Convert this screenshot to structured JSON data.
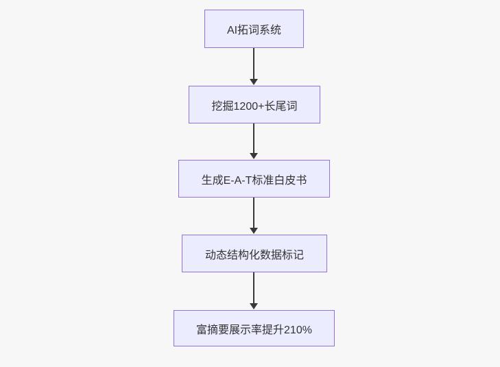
{
  "diagram": {
    "type": "flowchart",
    "direction": "top-down",
    "nodes": [
      {
        "id": "A",
        "label": "AI拓词系统"
      },
      {
        "id": "B",
        "label": "挖掘1200+长尾词"
      },
      {
        "id": "C",
        "label": "生成E-A-T标准白皮书"
      },
      {
        "id": "D",
        "label": "动态结构化数据标记"
      },
      {
        "id": "E",
        "label": "富摘要展示率提升210%"
      }
    ],
    "edges": [
      {
        "from": "A",
        "to": "B",
        "style": "arrow"
      },
      {
        "from": "B",
        "to": "C",
        "style": "arrow"
      },
      {
        "from": "C",
        "to": "D",
        "style": "arrow"
      },
      {
        "from": "D",
        "to": "E",
        "style": "arrow"
      }
    ],
    "colors": {
      "background": "#f7f7f7",
      "node_fill": "#ececff",
      "node_border": "#9370db",
      "node_text": "#333333",
      "arrow": "#383838"
    }
  }
}
